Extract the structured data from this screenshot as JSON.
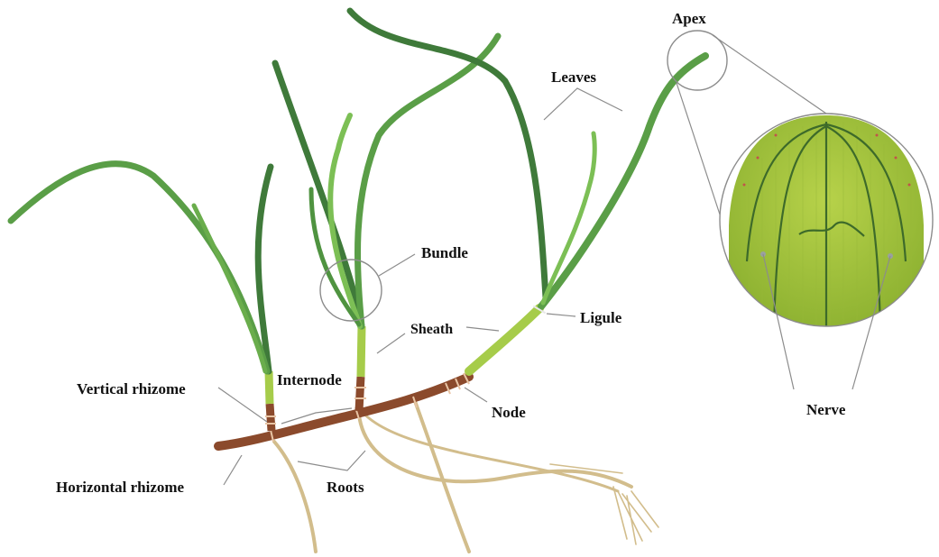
{
  "labels": {
    "apex": "Apex",
    "leaves": "Leaves",
    "bundle": "Bundle",
    "sheath": "Sheath",
    "ligule": "Ligule",
    "internode": "Internode",
    "vertical_rhizome": "Vertical rhizome",
    "node": "Node",
    "horizontal_rhizome": "Horizontal rhizome",
    "roots": "Roots",
    "nerve": "Nerve"
  },
  "colors": {
    "leaf_dark": "#3f7a3a",
    "leaf_mid": "#5a9e47",
    "leaf_light": "#7cbf55",
    "sheath": "#a6cc4a",
    "rhizome": "#8b4a2c",
    "node_band": "#e8c4a4",
    "roots": "#d2bd8c",
    "leader_line": "#8c8c8c",
    "micro_bg": "#a9c63a",
    "micro_nerve": "#3d6a2a"
  }
}
